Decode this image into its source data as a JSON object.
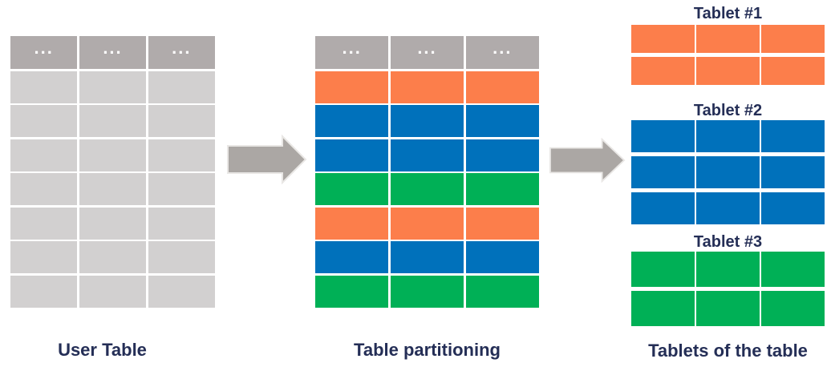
{
  "diagram": {
    "user_table": {
      "label": "User Table",
      "header_cells": [
        "...",
        "...",
        "..."
      ],
      "columns": 3,
      "body_rows": [
        "row_gray",
        "row_gray",
        "row_gray",
        "row_gray",
        "row_gray",
        "row_gray",
        "row_gray"
      ]
    },
    "partitioned_table": {
      "label": "Table partitioning",
      "header_cells": [
        "...",
        "...",
        "..."
      ],
      "columns": 3,
      "body_rows": [
        "orange",
        "blue",
        "blue",
        "green",
        "orange",
        "blue",
        "green"
      ]
    },
    "tablets": [
      {
        "title": "Tablet #1",
        "color": "orange",
        "rows": 2,
        "columns": 3
      },
      {
        "title": "Tablet #2",
        "color": "blue",
        "rows": 3,
        "columns": 3
      },
      {
        "title": "Tablet #3",
        "color": "green",
        "rows": 2,
        "columns": 3
      }
    ],
    "tablets_label": "Tablets of the table"
  },
  "colors": {
    "header_gray": "#b0abab",
    "row_gray": "#d2d0d0",
    "orange": "#fc7e4b",
    "blue": "#0071bb",
    "green": "#00b056",
    "arrow_gray": "#aba7a4",
    "arrow_edge": "#e9e7e5",
    "text_navy": "#242e56",
    "dots_white": "#ffffff"
  }
}
